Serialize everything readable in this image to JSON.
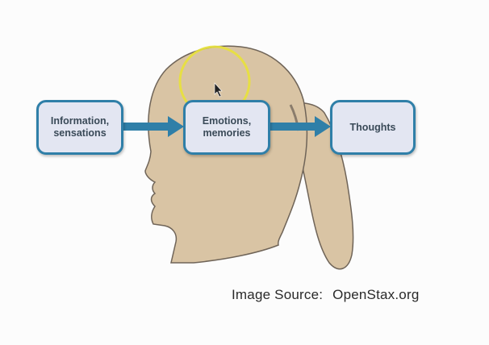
{
  "diagram": {
    "nodes": [
      {
        "id": "info",
        "lines": [
          "Information,",
          "sensations"
        ]
      },
      {
        "id": "emotions",
        "lines": [
          "Emotions,",
          "memories"
        ]
      },
      {
        "id": "thoughts",
        "lines": [
          "Thoughts"
        ]
      }
    ],
    "edges": [
      {
        "from": "info",
        "to": "emotions"
      },
      {
        "from": "emotions",
        "to": "thoughts"
      }
    ]
  },
  "caption": {
    "label": "Image Source:",
    "source": "OpenStax.org"
  },
  "colors": {
    "skin": "#d9c4a4",
    "outline": "#6f6458",
    "box_fill": "#e3e6f2",
    "box_border": "#2f7fa8",
    "arrow": "#2f7fa8",
    "highlight_circle": "#e8e23a"
  }
}
